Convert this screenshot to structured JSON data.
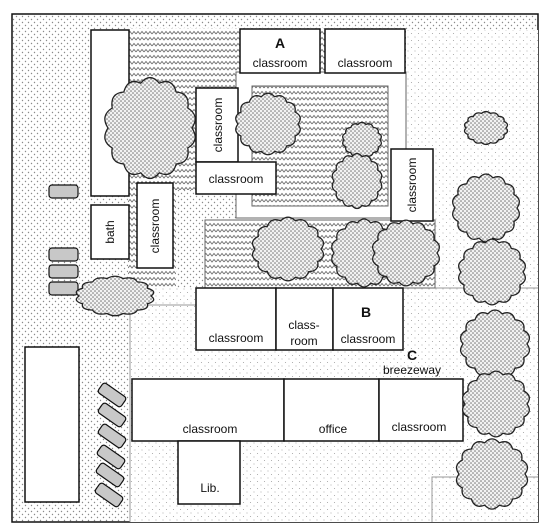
{
  "map": {
    "labels": {
      "classroom_a1": "classroom",
      "classroom_a2": "classroom",
      "classroom_left_vertical": "classroom",
      "classroom_mid": "classroom",
      "classroom_right_vertical": "classroom",
      "classroom_lower_left": "classroom",
      "classroom_b1": "classroom",
      "classroom_b2_line1": "class-",
      "classroom_b2_line2": "room",
      "classroom_bottom_long": "classroom",
      "classroom_bottom_right": "classroom",
      "office": "office",
      "library": "Lib.",
      "bath": "bath",
      "breezeway": "breezeway",
      "marker_a": "A",
      "marker_b": "B",
      "marker_c": "C",
      "classroom_vertical_left2": "classroom"
    },
    "colors": {
      "stipple_dot": "#8a8a8a",
      "chevron": "#6f6f6f",
      "tree_fill_dot": "#6a6a6a",
      "outline": "#111111",
      "bench_fill": "#c8c8c8"
    }
  }
}
